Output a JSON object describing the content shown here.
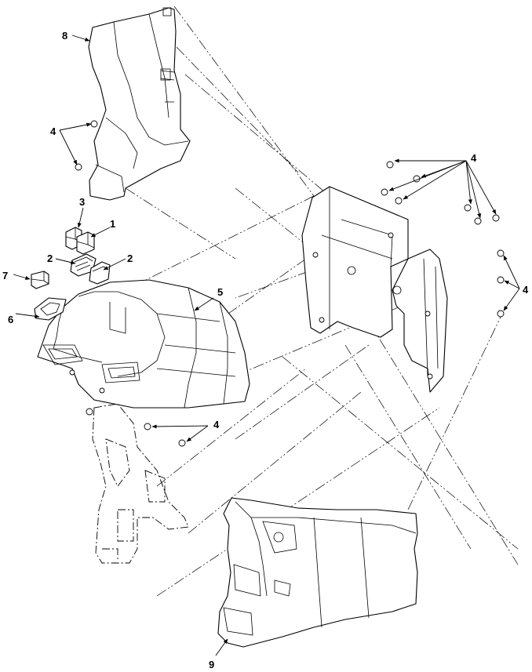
{
  "callouts": {
    "c1": "1",
    "c2a": "2",
    "c2b": "2",
    "c3": "3",
    "c4_upper_left": "4",
    "c4_upper_right": "4",
    "c4_right": "4",
    "c4_lower": "4",
    "c5": "5",
    "c6": "6",
    "c7": "7",
    "c8": "8",
    "c9": "9"
  }
}
